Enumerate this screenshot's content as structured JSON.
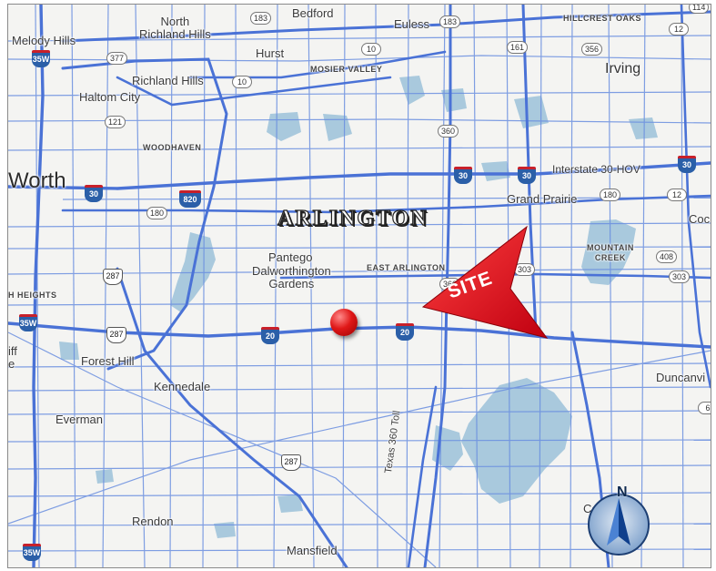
{
  "map": {
    "places": {
      "melody_hills": "Melody Hills",
      "north_richland_hills": "North\nRichland Hills",
      "hurst": "Hurst",
      "bedford": "Bedford",
      "euless": "Euless",
      "hillcrest_oaks": "HILLCREST OAKS",
      "irving": "Irving",
      "mosier_valley": "MOSIER VALLEY",
      "richland_hills": "Richland Hills",
      "haltom_city": "Haltom City",
      "woodhaven": "WOODHAVEN",
      "fort_worth": "Worth",
      "grand_prairie": "Grand Prairie",
      "arlington": "ARLINGTON",
      "pantego": "Pantego",
      "dalworthington_gardens": "Dalworthington\nGardens",
      "east_arlington": "EAST ARLINGTON",
      "mountain_creek": "MOUNTAIN\nCREEK",
      "cockrell": "Coc",
      "heights": "H HEIGHTS",
      "forest_hill": "Forest Hill",
      "kennedale": "Kennedale",
      "everman": "Everman",
      "duncanville": "Duncanvi",
      "rendon": "Rendon",
      "mansfield": "Mansfield",
      "cedar_hill": "Ceda  ill",
      "interstate_30_hov": "Interstate 30-HOV",
      "texas_360_toll": "Texas 360 Toll",
      "left_edge_partial": "iff\ne"
    },
    "site_label": "SITE",
    "compass_label": "N",
    "route_shields": {
      "us183a": "183",
      "us183b": "183",
      "us377": "377",
      "sh10a": "10",
      "sh10b": "10",
      "sh161": "161",
      "sh356": "356",
      "sh12a": "12",
      "sh12b": "12",
      "sh121": "121",
      "sh360a": "360",
      "sh360b": "360",
      "sh180a": "180",
      "sh180b": "180",
      "us287a": "287",
      "us287b": "287",
      "us287c": "287",
      "sh303a": "303",
      "sh303b": "303",
      "sh408": "408",
      "i35wa": "35W",
      "i35wb": "35W",
      "i35wc": "35W",
      "i30a": "30",
      "i30b": "30",
      "i30c": "30",
      "i30d": "30",
      "i820": "820",
      "i20a": "20",
      "i20b": "20",
      "right_edge_6": "6",
      "top_right_114": "114"
    },
    "colors": {
      "water": "#a9c9dd",
      "road_major": "#4a72d6",
      "road_minor": "#6a8fe0",
      "site_arrow": "#e8121c",
      "site_marker": "#e01818"
    }
  }
}
